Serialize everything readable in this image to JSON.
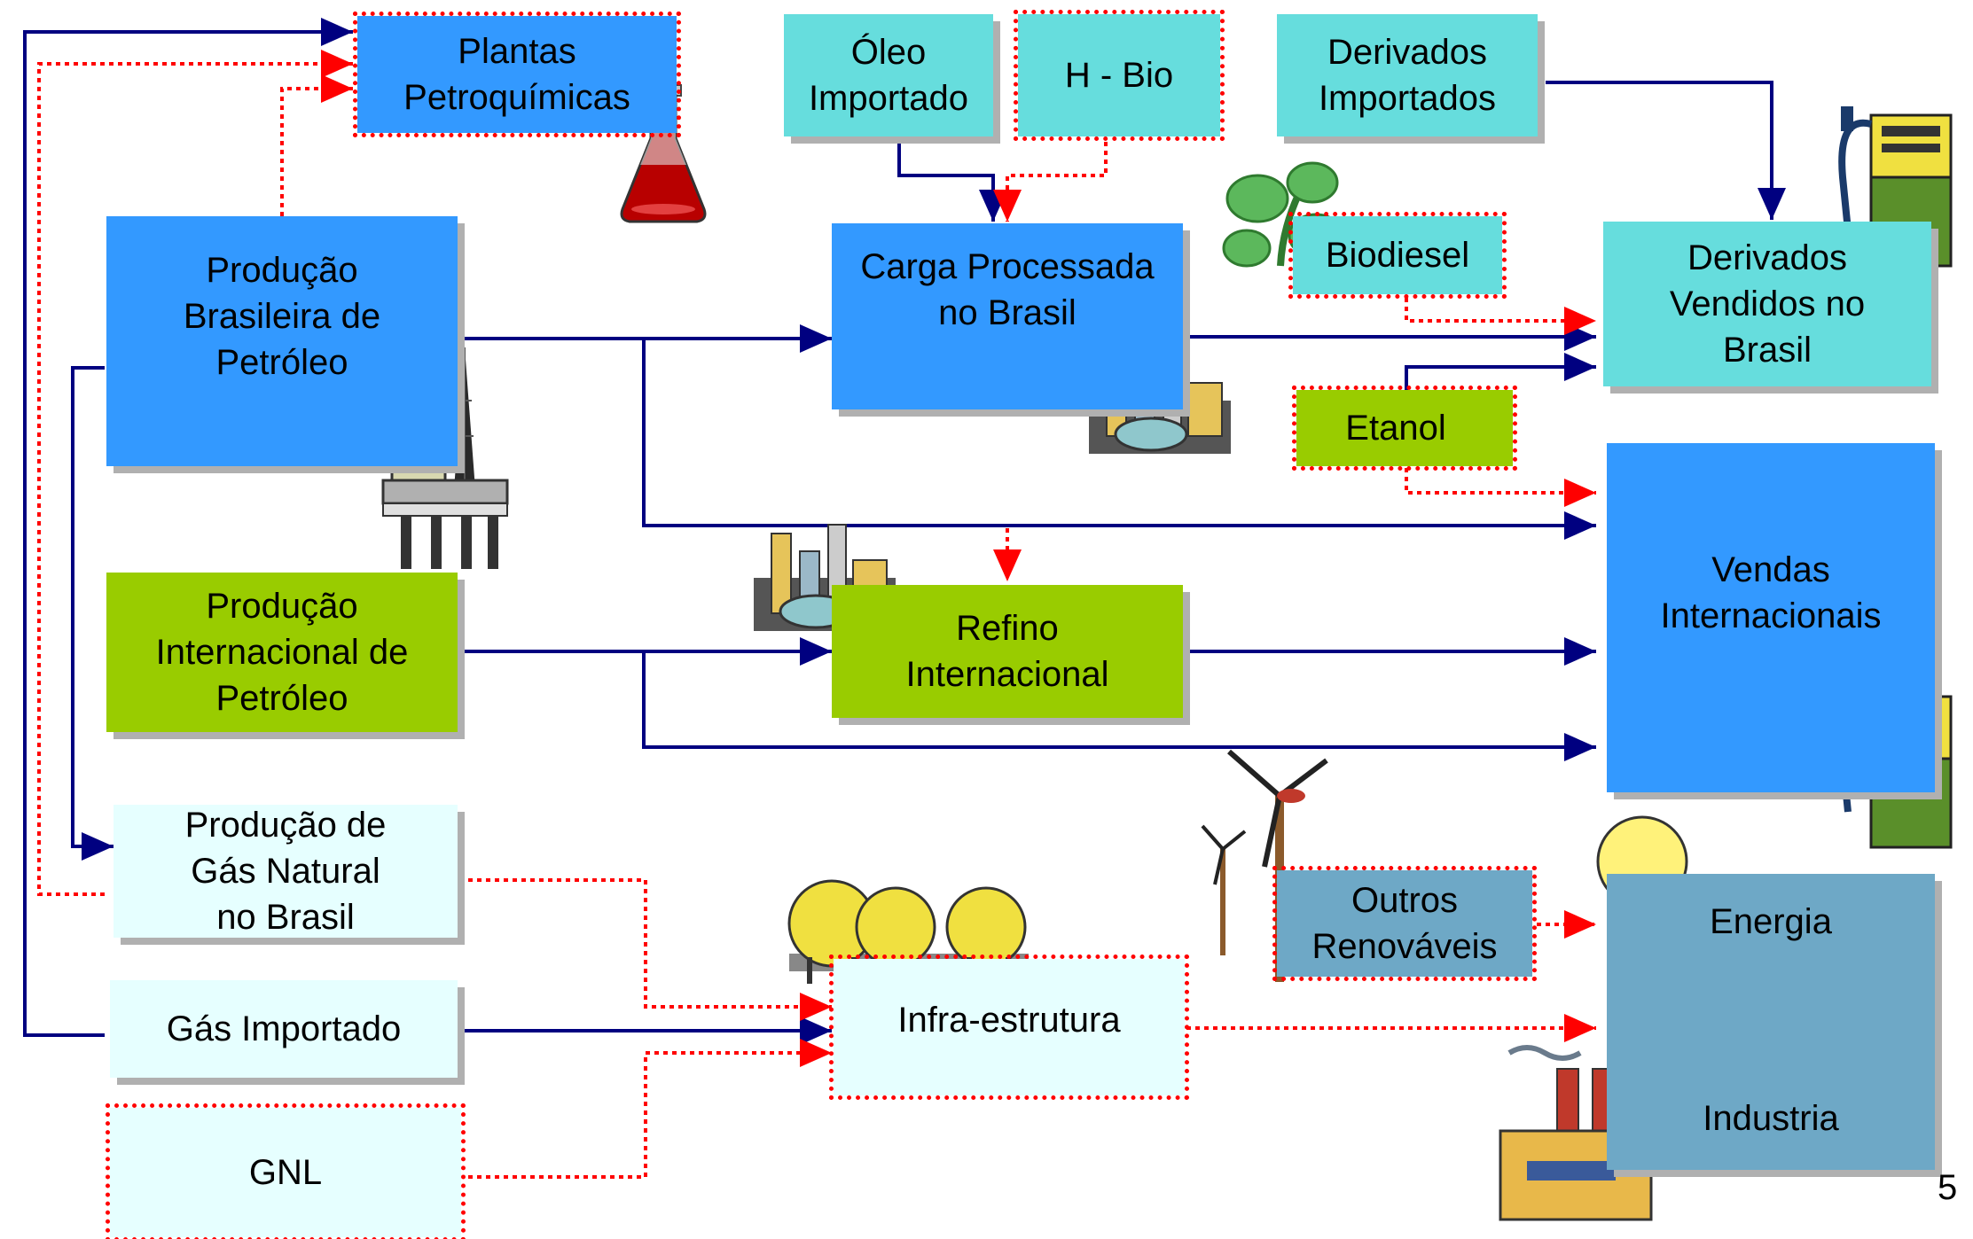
{
  "boxes": {
    "plantas": "Plantas\nPetroquímicas",
    "oleo": "Óleo\nImportado",
    "hbio": "H - Bio",
    "derivados_importados": "Derivados\nImportados",
    "producao_brasileira": "Produção\nBrasileira de\nPetróleo",
    "carga": "Carga Processada\nno Brasil",
    "biodiesel": "Biodiesel",
    "derivados_vendidos": "Derivados\nVendidos no\nBrasil",
    "etanol": "Etanol",
    "vendas": "Vendas\nInternacionais",
    "producao_internacional": "Produção\nInternacional de\nPetróleo",
    "refino": "Refino\nInternacional",
    "gas_natural": "Produção de\nGás Natural\nno Brasil",
    "outros": "Outros\nRenováveis",
    "energia": "Energia",
    "industria": "Industria",
    "gas_importado": "Gás Importado",
    "infra": "Infra-estrutura",
    "gnl": "GNL"
  },
  "page_number": "5",
  "colors": {
    "solid_arrow": "#000080",
    "dotted_arrow": "#ff0000",
    "blue_box": "#3399ff",
    "cyan_box": "#66dddd",
    "green_box": "#99cc00",
    "pale_box": "#e6ffff",
    "steel_box": "#6ea8c6"
  },
  "icons": [
    "flask-icon",
    "oil-platform-icon",
    "refinery-icon",
    "refinery-icon-2",
    "plant-leaf-icon",
    "fuel-pump-icon",
    "fuel-pump-icon-2",
    "wind-turbine-icon",
    "light-bulb-icon",
    "gas-spheres-icon",
    "factory-icon"
  ]
}
